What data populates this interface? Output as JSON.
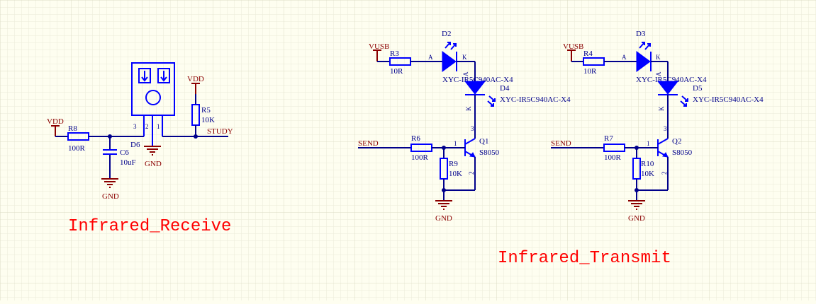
{
  "colors": {
    "background": "#fefef0",
    "grid": "#e6e6d2",
    "wire": "#00008b",
    "component": "#0000ff",
    "power": "#8b0000",
    "title": "#ff0000"
  },
  "receive": {
    "title": "Infrared_Receive",
    "vdd_left": "VDD",
    "r8_ref": "R8",
    "r8_val": "100R",
    "c6_ref": "C6",
    "c6_val": "10uF",
    "gnd_c6": "GND",
    "d6_ref": "D6",
    "gnd_d6": "GND",
    "pin3": "3",
    "pin2": "2",
    "pin1": "1",
    "vdd_right": "VDD",
    "r5_ref": "R5",
    "r5_val": "10K",
    "net_study": "STUDY"
  },
  "transmit": {
    "title": "Infrared_Transmit",
    "left": {
      "vusb": "VUSB",
      "r3_ref": "R3",
      "r3_val": "10R",
      "d2_ref": "D2",
      "d2_pin_a": "A",
      "d2_pin_k": "K",
      "d2_part": "XYC-IR5C940AC-X4",
      "d4_ref": "D4",
      "d4_pin_a": "A",
      "d4_pin_k": "K",
      "d4_part": "XYC-IR5C940AC-X4",
      "send": "SEND",
      "r6_ref": "R6",
      "r6_val": "100R",
      "r9_ref": "R9",
      "r9_val": "10K",
      "q1_ref": "Q1",
      "q1_part": "S8050",
      "q1_pin1": "1",
      "q1_pin2": "2",
      "q1_pin3": "3",
      "gnd": "GND"
    },
    "right": {
      "vusb": "VUSB",
      "r4_ref": "R4",
      "r4_val": "10R",
      "d3_ref": "D3",
      "d3_pin_a": "A",
      "d3_pin_k": "K",
      "d3_part": "XYC-IR5C940AC-X4",
      "d5_ref": "D5",
      "d5_pin_a": "A",
      "d5_pin_k": "K",
      "d5_part": "XYC-IR5C940AC-X4",
      "send": "SEND",
      "r7_ref": "R7",
      "r7_val": "100R",
      "r10_ref": "R10",
      "r10_val": "10K",
      "q2_ref": "Q2",
      "q2_part": "S8050",
      "q2_pin1": "1",
      "q2_pin2": "2",
      "q2_pin3": "3",
      "gnd": "GND"
    }
  }
}
